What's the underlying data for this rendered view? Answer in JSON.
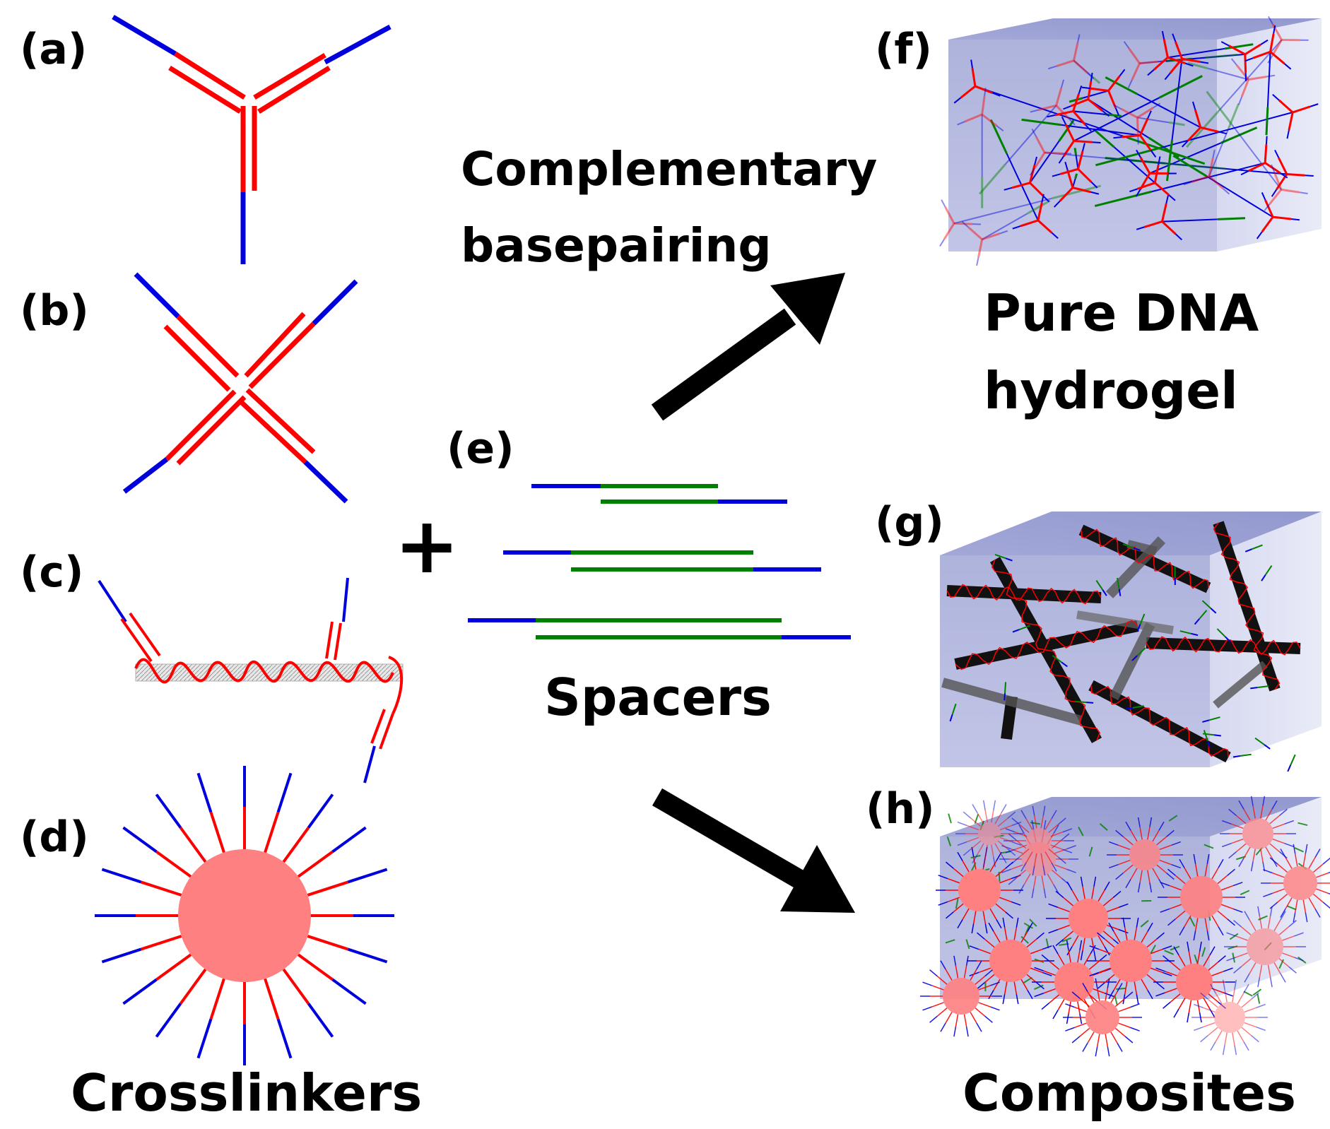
{
  "panels": {
    "a": "(a)",
    "b": "(b)",
    "c": "(c)",
    "d": "(d)",
    "e": "(e)",
    "f": "(f)",
    "g": "(g)",
    "h": "(h)"
  },
  "captions": {
    "crosslinkers": "Crosslinkers",
    "spacers": "Spacers",
    "complementary_line1": "Complementary",
    "complementary_line2": "basepairing",
    "pure_line1": "Pure DNA",
    "pure_line2": "hydrogel",
    "composites": "Composites",
    "plus": "+"
  },
  "colors": {
    "core_strand": "#ff0000",
    "sticky_end": "#0000dd",
    "spacer_core": "#008000",
    "nanoparticle": "#ff8080",
    "gel_volume": "#b8bce0",
    "gel_top": "#9fa4d4",
    "rod": "#111111",
    "arrow": "#000000"
  },
  "icons": {
    "arrow_up": "arrow-up-right-icon",
    "arrow_down": "arrow-down-right-icon"
  }
}
